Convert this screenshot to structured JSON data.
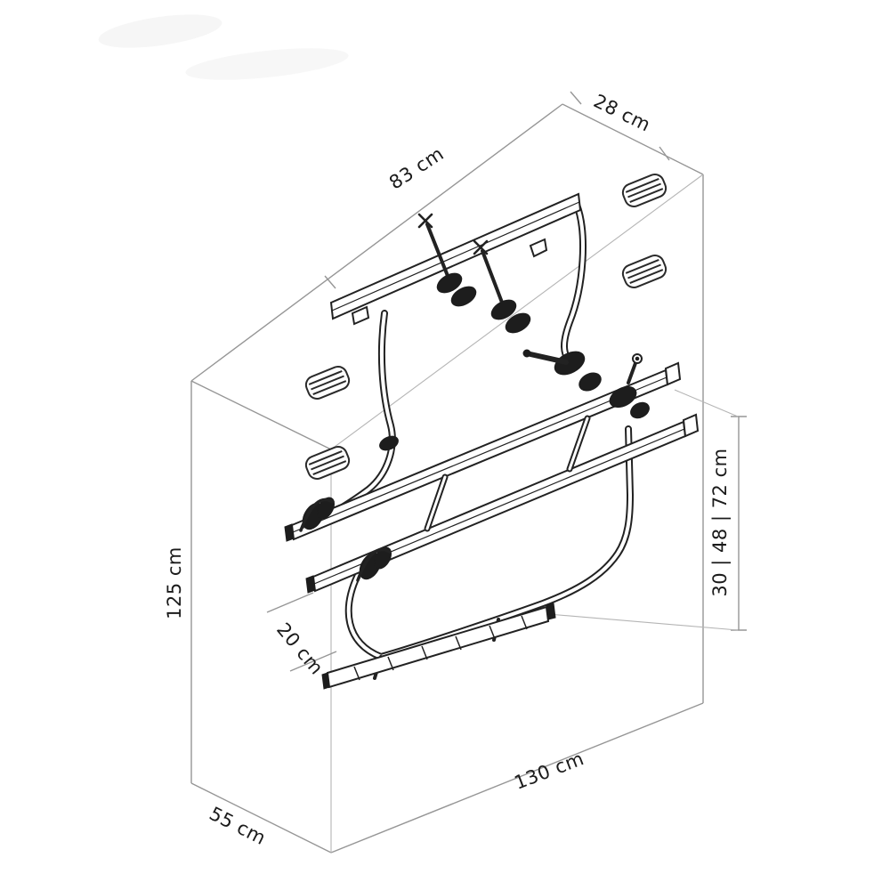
{
  "figure": {
    "subject": "Bike carrier technical dimension diagram",
    "view": "isometric",
    "background_color": "#ffffff",
    "drawing_line_color": "#222222",
    "dimension_line_color": "#969696",
    "label_text_color": "#1b1b1b"
  },
  "dimensions": {
    "rail_width": "83 cm",
    "top_depth": "28 cm",
    "overall_height": "125 cm",
    "rail_spacing": "20 cm",
    "overall_width": "130 cm",
    "overall_depth": "55 cm",
    "mounting_heights": "30 | 48 | 72 cm"
  }
}
